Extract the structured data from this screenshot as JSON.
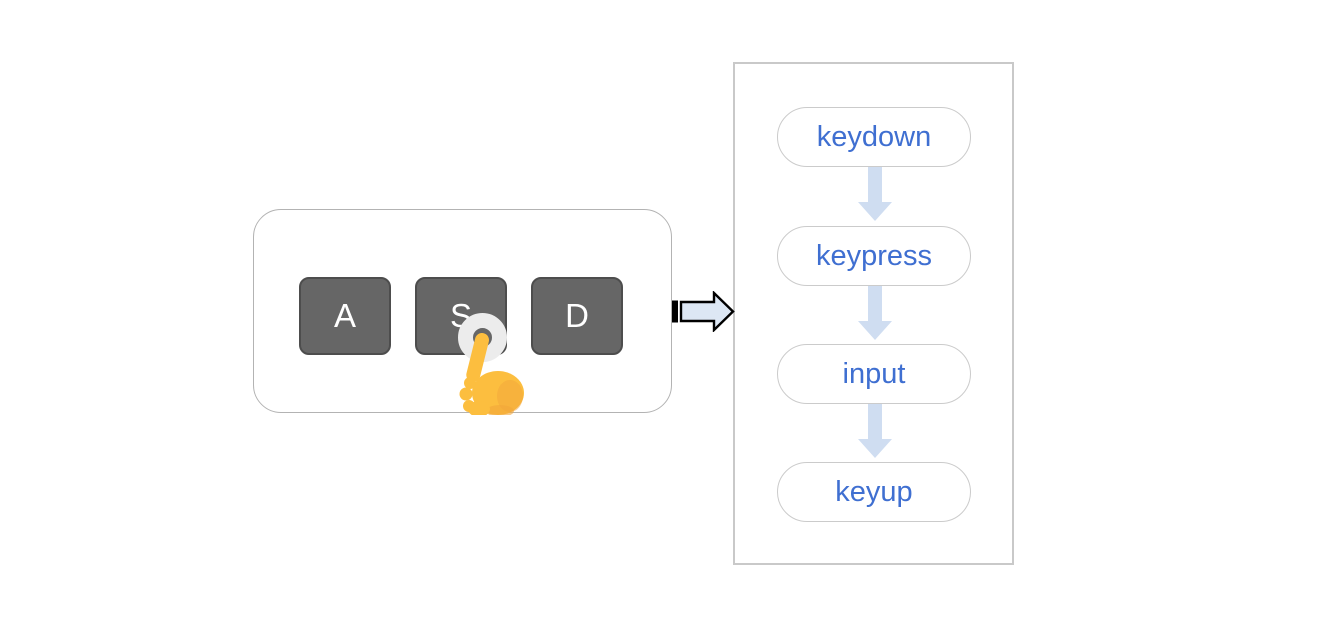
{
  "keyboard": {
    "keys": [
      {
        "label": "A"
      },
      {
        "label": "S"
      },
      {
        "label": "D"
      }
    ],
    "pressed_key": "S"
  },
  "event_flow": {
    "events": [
      {
        "label": "keydown"
      },
      {
        "label": "keypress"
      },
      {
        "label": "input"
      },
      {
        "label": "keyup"
      }
    ]
  },
  "icons": {
    "press_indicator": "pointing-hand-icon",
    "press_highlight": "touch-ring-icon",
    "connector": "right-block-arrow-icon",
    "flow_step": "down-arrow-icon"
  },
  "colors": {
    "canvas_background": "#ffffff",
    "key_background": "#666666",
    "key_border": "#4d4d4d",
    "key_text": "#ffffff",
    "keyboard_box_border": "#b3b3b3",
    "panel_border": "#c9c9c9",
    "event_pill_border": "#cbcbcb",
    "event_text": "#3f6fd1",
    "flow_arrow_fill": "#cfddf1",
    "connector_fill": "#dde7f4",
    "connector_outline": "#000000",
    "touch_ring": "#ececec",
    "hand_fill": "#fcbe3f",
    "hand_shade": "#f2a63b"
  }
}
